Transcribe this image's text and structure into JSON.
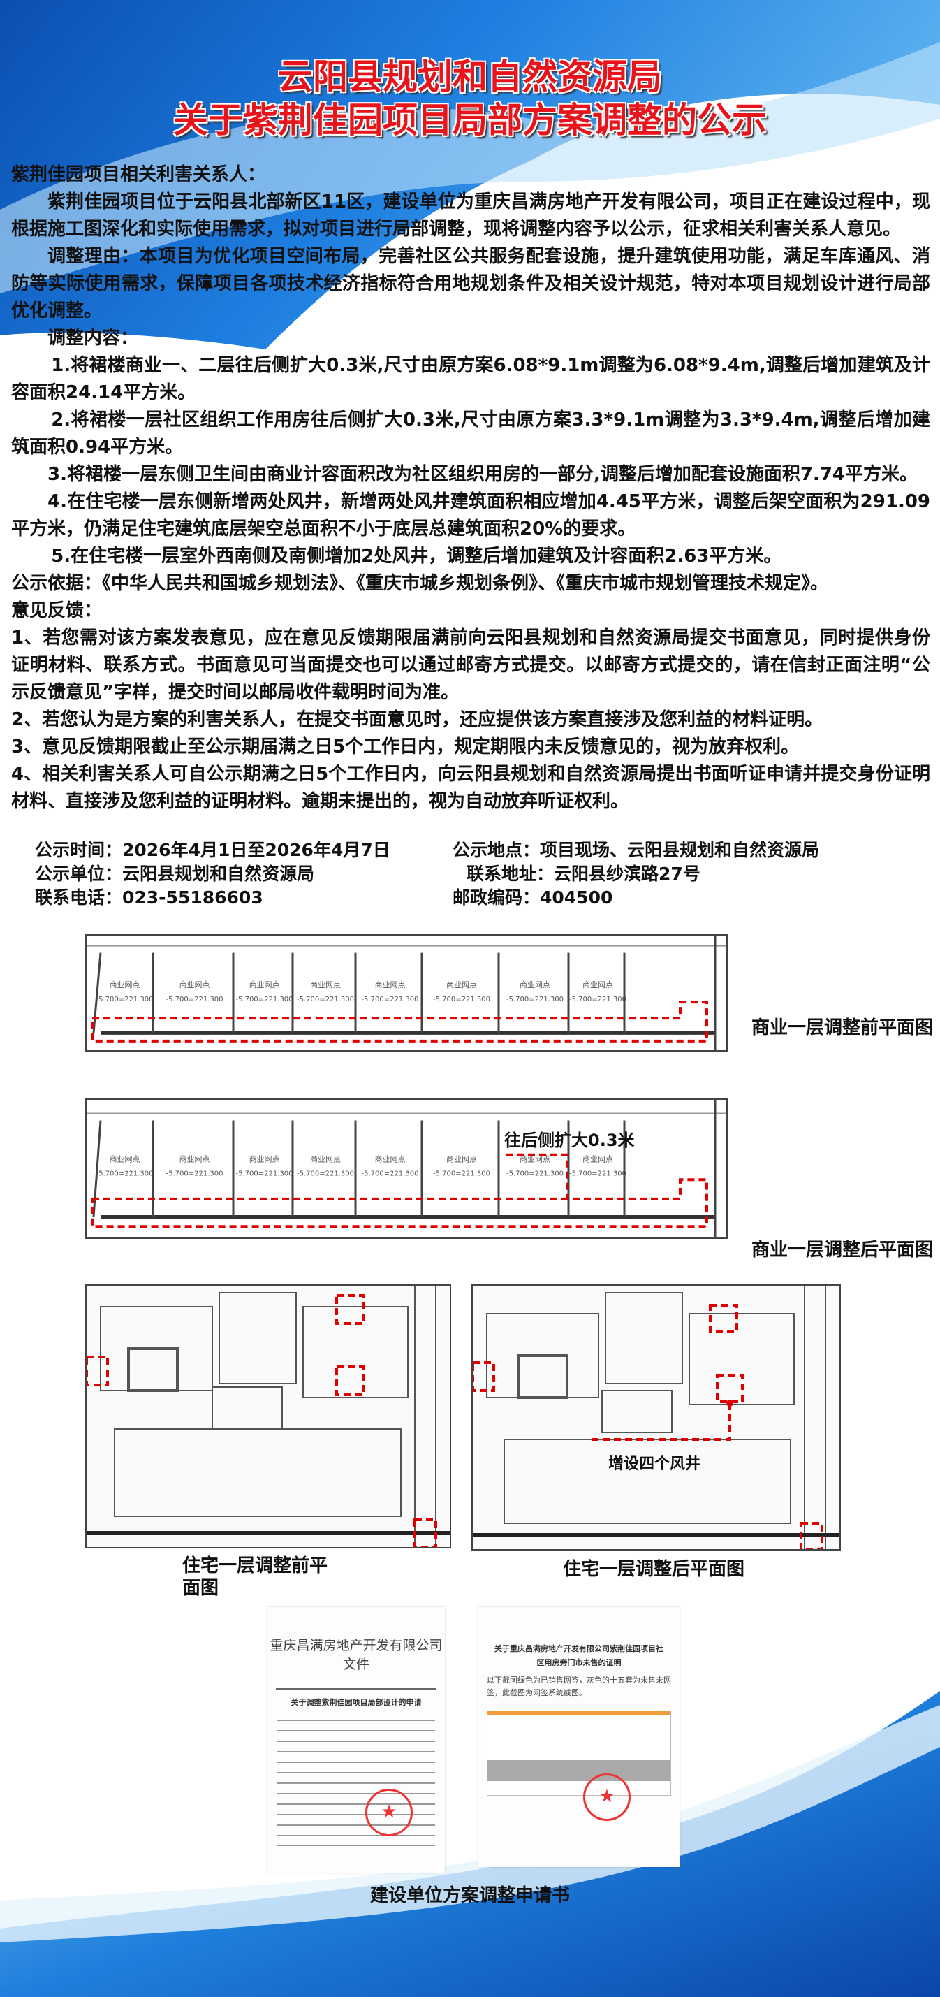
{
  "title": {
    "line1": "云阳县规划和自然资源局",
    "line2": "关于紫荆佳园项目局部方案调整的公示"
  },
  "body": {
    "salutation": "紫荆佳园项目相关利害关系人：",
    "intro": "紫荆佳园项目位于云阳县北部新区11区，建设单位为重庆昌满房地产开发有限公司，项目正在建设过程中，现根据施工图深化和实际使用需求，拟对项目进行局部调整，现将调整内容予以公示，征求相关利害关系人意见。",
    "reason": "调整理由：本项目为优化项目空间布局，完善社区公共服务配套设施，提升建筑使用功能，满足车库通风、消防等实际使用需求，保障项目各项技术经济指标符合用地规划条件及相关设计规范，特对本项目规划设计进行局部优化调整。",
    "content_heading": "调整内容：",
    "items": [
      "1.将裙楼商业一、二层往后侧扩大0.3米,尺寸由原方案6.08*9.1m调整为6.08*9.4m,调整后增加建筑及计容面积24.14平方米。",
      "2.将裙楼一层社区组织工作用房往后侧扩大0.3米,尺寸由原方案3.3*9.1m调整为3.3*9.4m,调整后增加建筑面积0.94平方米。",
      "3.将裙楼一层东侧卫生间由商业计容面积改为社区组织用房的一部分,调整后增加配套设施面积7.74平方米。",
      "4.在住宅楼一层东侧新增两处风井，新增两处风井建筑面积相应增加4.45平方米，调整后架空面积为291.09平方米，仍满足住宅建筑底层架空总面积不小于底层总建筑面积20%的要求。",
      "5.在住宅楼一层室外西南侧及南侧增加2处风井，调整后增加建筑及计容面积2.63平方米。"
    ],
    "basis": "公示依据：《中华人民共和国城乡规划法》、《重庆市城乡规划条例》、《重庆市城市规划管理技术规定》。",
    "feedback_heading": "意见反馈：",
    "feedback": [
      "1、若您需对该方案发表意见，应在意见反馈期限届满前向云阳县规划和自然资源局提交书面意见，同时提供身份证明材料、联系方式。书面意见可当面提交也可以通过邮寄方式提交。以邮寄方式提交的，请在信封正面注明“公示反馈意见”字样，提交时间以邮局收件载明时间为准。",
      "2、若您认为是方案的利害关系人，在提交书面意见时，还应提供该方案直接涉及您利益的材料证明。",
      "3、意见反馈期限截止至公示期届满之日5个工作日内，规定期限内未反馈意见的，视为放弃权利。",
      "4、相关利害关系人可自公示期满之日5个工作日内，向云阳县规划和自然资源局提出书面听证申请并提交身份证明材料、直接涉及您利益的证明材料。逾期未提出的，视为自动放弃听证权利。"
    ]
  },
  "info": {
    "time": "公示时间：2026年4月1日至2026年4月7日",
    "place": "公示地点：项目现场、云阳县规划和自然资源局",
    "unit": "公示单位：云阳县规划和自然资源局",
    "address": "联系地址：云阳县纱滨路27号",
    "phone": "联系电话：023-55186603",
    "postcode": "邮政编码：404500"
  },
  "plans": {
    "shop_label": "商业网点",
    "shop_level": "-5.700=221.300",
    "commercial_before_caption": "商业一层调整前平面图",
    "commercial_after_caption": "商业一层调整后平面图",
    "commercial_after_note": "往后侧扩大0.3米",
    "residential_before_caption": "住宅一层调整前平面图",
    "residential_after_caption": "住宅一层调整后平面图",
    "residential_after_note": "增设四个风井"
  },
  "documents": {
    "left_header": "重庆昌满房地产开发有限公司文件",
    "left_title": "关于调整紫荆佳园项目局部设计的申请",
    "right_title": "关于重庆昌满房地产开发有限公司紫荆佳园项目社区用房旁门市未售的证明",
    "right_body": "以下截图绿色为已销售网签，灰色的十五套为未售未网签，此截图为网签系统截图。",
    "caption": "建设单位方案调整申请书"
  },
  "colors": {
    "title_red": "#e8141b",
    "swoosh_blue": "#1565c8",
    "markup_red": "#e00000"
  }
}
